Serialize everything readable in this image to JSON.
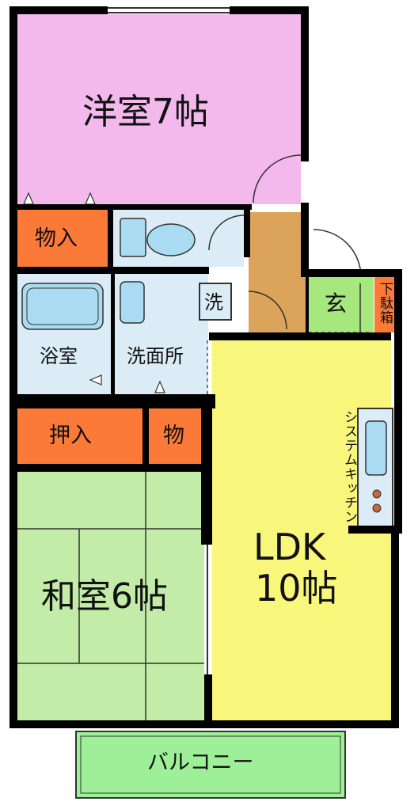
{
  "rooms": {
    "western": "洋室7帖",
    "storage_top": "物入",
    "bath": "浴室",
    "washroom": "洗面所",
    "washer": "洗",
    "closet": "押入",
    "storage_small": "物",
    "japanese": "和室6帖",
    "ldk_line1": "LDK",
    "ldk_line2": "10帖",
    "entrance": "玄",
    "shoe_box": "下駄箱",
    "kitchen": "システムキッチン",
    "balcony": "バルコニー"
  },
  "colors": {
    "western": "#f3b8ec",
    "storage": "#fb7a38",
    "bath": "#dcecf6",
    "fixture": "#a9dcf2",
    "hall": "#dba45a",
    "entrance": "#a6e87e",
    "japanese": "#c2eca8",
    "ldk": "#f8f77b",
    "balcony": "#9ef098"
  }
}
